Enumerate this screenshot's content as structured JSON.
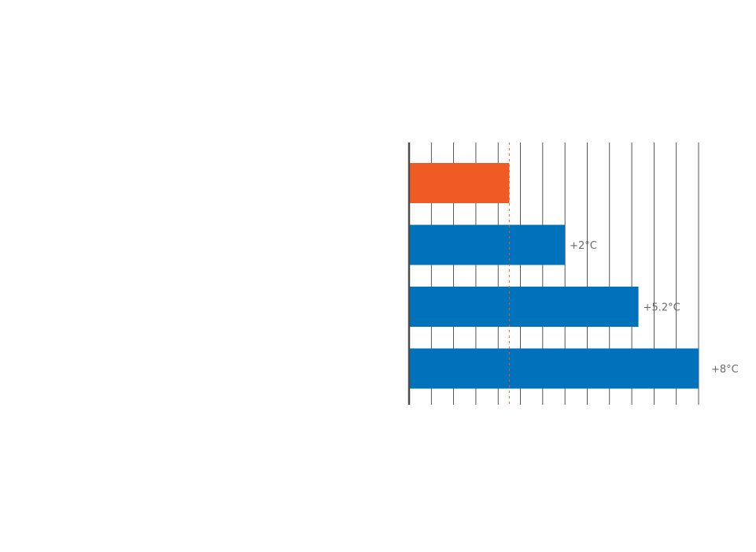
{
  "chart_data": {
    "type": "bar",
    "orientation": "horizontal",
    "categories": [
      "",
      "",
      "",
      ""
    ],
    "values": [
      4.5,
      7.0,
      10.3,
      13.0
    ],
    "data_labels": [
      "",
      "+2°C",
      "+5.2°C",
      "+8°C"
    ],
    "bar_colors": [
      "#f05a24",
      "#0072bc",
      "#0072bc",
      "#0072bc"
    ],
    "xlim": [
      0,
      13
    ],
    "grid": true,
    "gridline_count": 13,
    "reference_line": {
      "value": 4.5,
      "color": "#f05a24",
      "style": "dashed"
    },
    "title": "",
    "xlabel": "",
    "ylabel": ""
  }
}
